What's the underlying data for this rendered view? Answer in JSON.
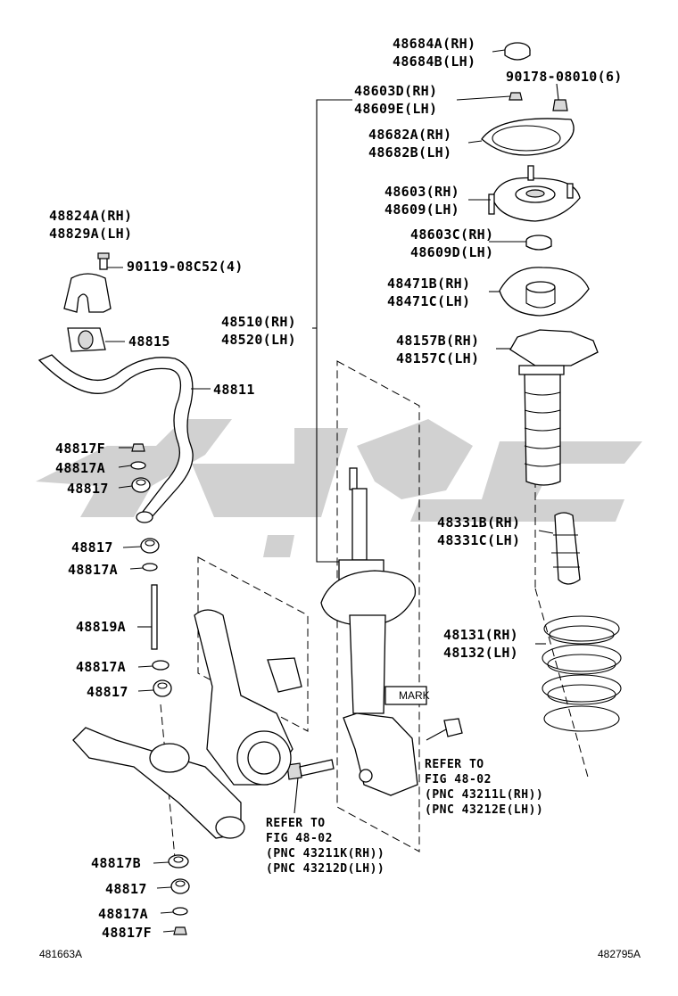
{
  "diagram": {
    "parts": [
      {
        "id": "48684",
        "lines": [
          "48684A(RH)",
          "48684B(LH)"
        ]
      },
      {
        "id": "90178",
        "lines": [
          "90178-08010(6)"
        ]
      },
      {
        "id": "48603D",
        "lines": [
          "48603D(RH)",
          "48609E(LH)"
        ]
      },
      {
        "id": "48682",
        "lines": [
          "48682A(RH)",
          "48682B(LH)"
        ]
      },
      {
        "id": "48603",
        "lines": [
          "48603(RH)",
          "48609(LH)"
        ]
      },
      {
        "id": "48603C",
        "lines": [
          "48603C(RH)",
          "48609D(LH)"
        ]
      },
      {
        "id": "48471",
        "lines": [
          "48471B(RH)",
          "48471C(LH)"
        ]
      },
      {
        "id": "48157",
        "lines": [
          "48157B(RH)",
          "48157C(LH)"
        ]
      },
      {
        "id": "48510",
        "lines": [
          "48510(RH)",
          "48520(LH)"
        ]
      },
      {
        "id": "48824",
        "lines": [
          "48824A(RH)",
          "48829A(LH)"
        ]
      },
      {
        "id": "90119",
        "lines": [
          "90119-08C52(4)"
        ]
      },
      {
        "id": "48815",
        "lines": [
          "48815"
        ]
      },
      {
        "id": "48811",
        "lines": [
          "48811"
        ]
      },
      {
        "id": "48817F-top",
        "lines": [
          "48817F"
        ]
      },
      {
        "id": "48817A-top",
        "lines": [
          "48817A"
        ]
      },
      {
        "id": "48817-top",
        "lines": [
          "48817"
        ]
      },
      {
        "id": "48817-2",
        "lines": [
          "48817"
        ]
      },
      {
        "id": "48817A-2",
        "lines": [
          "48817A"
        ]
      },
      {
        "id": "48819A",
        "lines": [
          "48819A"
        ]
      },
      {
        "id": "48817A-3",
        "lines": [
          "48817A"
        ]
      },
      {
        "id": "48817-3",
        "lines": [
          "48817"
        ]
      },
      {
        "id": "48331",
        "lines": [
          "48331B(RH)",
          "48331C(LH)"
        ]
      },
      {
        "id": "48131",
        "lines": [
          "48131(RH)",
          "48132(LH)"
        ]
      },
      {
        "id": "48817B",
        "lines": [
          "48817B"
        ]
      },
      {
        "id": "48817-4",
        "lines": [
          "48817"
        ]
      },
      {
        "id": "48817A-4",
        "lines": [
          "48817A"
        ]
      },
      {
        "id": "48817F-4",
        "lines": [
          "48817F"
        ]
      }
    ],
    "notes": [
      {
        "id": "refer-left",
        "lines": [
          "REFER TO",
          "FIG 48-02",
          "(PNC 43211K(RH))",
          "(PNC 43212D(LH))"
        ]
      },
      {
        "id": "refer-right",
        "lines": [
          "REFER TO",
          "FIG 48-02",
          "(PNC 43211L(RH))",
          "(PNC 43212E(LH))"
        ]
      }
    ],
    "mark_label": "MARK",
    "footer_left": "481663A",
    "footer_right": "482795A",
    "colors": {
      "line": "#000000",
      "background": "#ffffff",
      "watermark": "#c8c8c8"
    }
  }
}
